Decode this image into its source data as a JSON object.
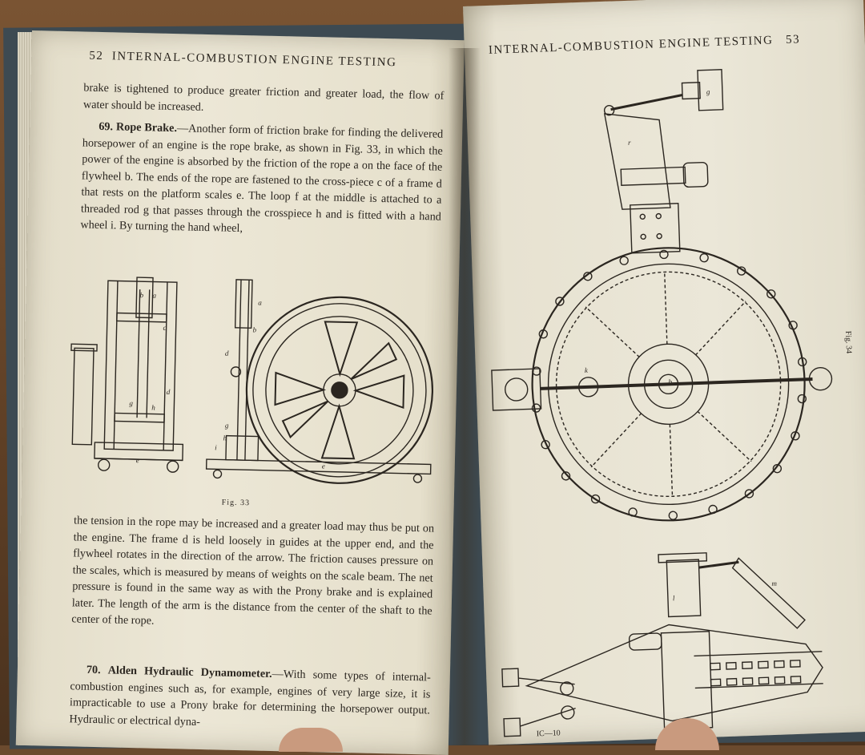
{
  "left_page": {
    "page_number": "52",
    "running_head": "INTERNAL-COMBUSTION ENGINE TESTING",
    "para_top": "brake is tightened to produce greater friction and greater load, the flow of water should be increased.",
    "section_69_number": "69.",
    "section_69_title": "Rope Brake.",
    "section_69_text": "—Another form of friction brake for finding the delivered horsepower of an engine is the rope brake, as shown in Fig. 33, in which the power of the engine is absorbed by the friction of the rope a on the face of the flywheel b. The ends of the rope are fastened to the cross-piece c of a frame d that rests on the platform scales e. The loop f at the middle is attached to a threaded rod g that passes through the crosspiece h and is fitted with a hand wheel i. By turning the hand wheel,",
    "figure_caption": "Fig. 33",
    "para_after_fig": "the tension in the rope may be increased and a greater load may thus be put on the engine. The frame d is held loosely in guides at the upper end, and the flywheel rotates in the direction of the arrow. The friction causes pressure on the scales, which is measured by means of weights on the scale beam. The net pressure is found in the same way as with the Prony brake and is explained later. The length of the arm is the distance from the center of the shaft to the center of the rope.",
    "section_70_number": "70.",
    "section_70_title": "Alden Hydraulic Dynamometer.",
    "section_70_text": "—With some types of internal-combustion engines such as, for example, engines of very large size, it is impracticable to use a Prony brake for determining the horsepower output. Hydraulic or electrical dyna-"
  },
  "right_page": {
    "running_head": "INTERNAL-COMBUSTION ENGINE TESTING",
    "page_number": "53",
    "figure_caption": "Fig. 34",
    "footer_mark": "IC—10"
  },
  "colors": {
    "paper": "#e9e4d2",
    "ink": "#2b2620",
    "cover": "#3d4a52",
    "wood": "#6b4a2e"
  }
}
